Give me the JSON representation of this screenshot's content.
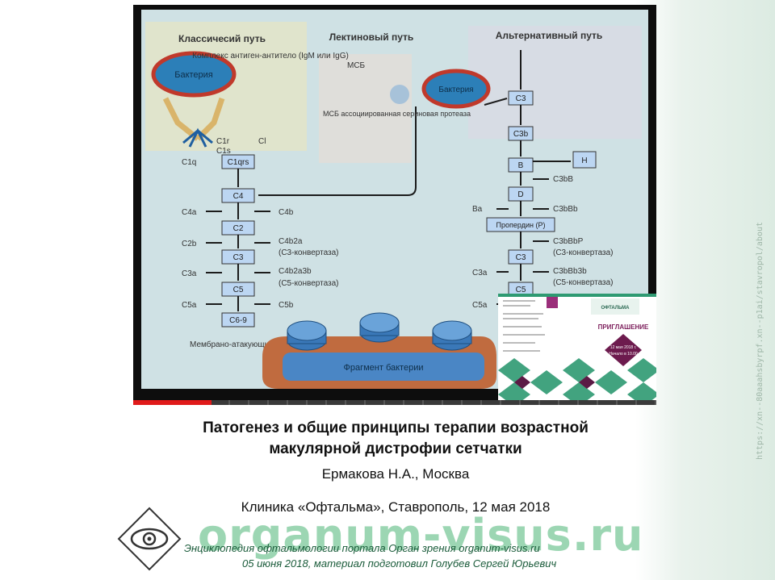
{
  "video": {
    "progress_fraction": 0.15,
    "diagram": {
      "col_classic": "Классичесий путь",
      "col_lectin": "Лектиновый путь",
      "col_alt": "Альтернативный путь",
      "bacteria": "Бактерия",
      "complex": "Комплекс антиген-антитело (IgM или IgG)",
      "c1r": "C1r",
      "c1s": "C1s",
      "c1q": "C1q",
      "ci": "Cl",
      "c1qrs": "C1qrs",
      "msb": "МСБ",
      "msb_prot": "МСБ ассоциированная сериновая протеаза",
      "c4": "C4",
      "c4a": "C4a",
      "c4b": "C4b",
      "c2": "C2",
      "c2b": "C2b",
      "c4b2a": "C4b2a",
      "c3conv": "(C3-конвертаза)",
      "c3": "C3",
      "c3a": "C3a",
      "c4b2a3b": "C4b2a3b",
      "c5conv": "(C5-конвертаза)",
      "c5": "C5",
      "c5a": "C5a",
      "c5b": "C5b",
      "c69": "C6-9",
      "mac": "Мембрано-атакующий комплекс",
      "fragment": "Фрагмент бактерии",
      "alt_c3": "C3",
      "alt_c3b": "C3b",
      "alt_b": "B",
      "alt_h": "H",
      "alt_c3bb": "C3bB",
      "alt_d": "D",
      "alt_ba": "Ba",
      "alt_c3bbb": "C3bBb",
      "alt_prop": "Пропердин (P)",
      "alt_c3bbbp": "C3bBbP",
      "alt_c3a": "C3a",
      "alt_c3bbb3b": "C3bBb3b",
      "alt_c5": "C5",
      "alt_c5a": "C5a"
    },
    "ad": {
      "title": "ПРИГЛАШЕНИЕ",
      "brand": "ОФТАЛЬМА",
      "date": "12 мая 2018 г.",
      "time": "Начало в 10.00"
    }
  },
  "title": {
    "line1": "Патогенез и общие принципы терапии возрастной",
    "line2": "макулярной дистрофии сетчатки",
    "author": "Ермакова Н.А., Москва",
    "venue": "Клиника «Офтальма», Ставрополь, 12 мая 2018"
  },
  "footer": {
    "watermark": "organum-visus.ru",
    "credit1": "Энциклопедия офтальмологии портала Орган зрения organum-visus.ru",
    "credit2": "05 июня 2018, материал подготовил Голубев Сергей Юрьевич"
  },
  "side_url": "https://xn--80aaahsbyrpf.xn--p1ai/stavropol/about",
  "colors": {
    "accent": "#7cc99a",
    "slide": "#cfe1e4",
    "box": "#bcd6f2",
    "arrow": "#1b1b1b",
    "bacteria": "#2c7fb8"
  }
}
